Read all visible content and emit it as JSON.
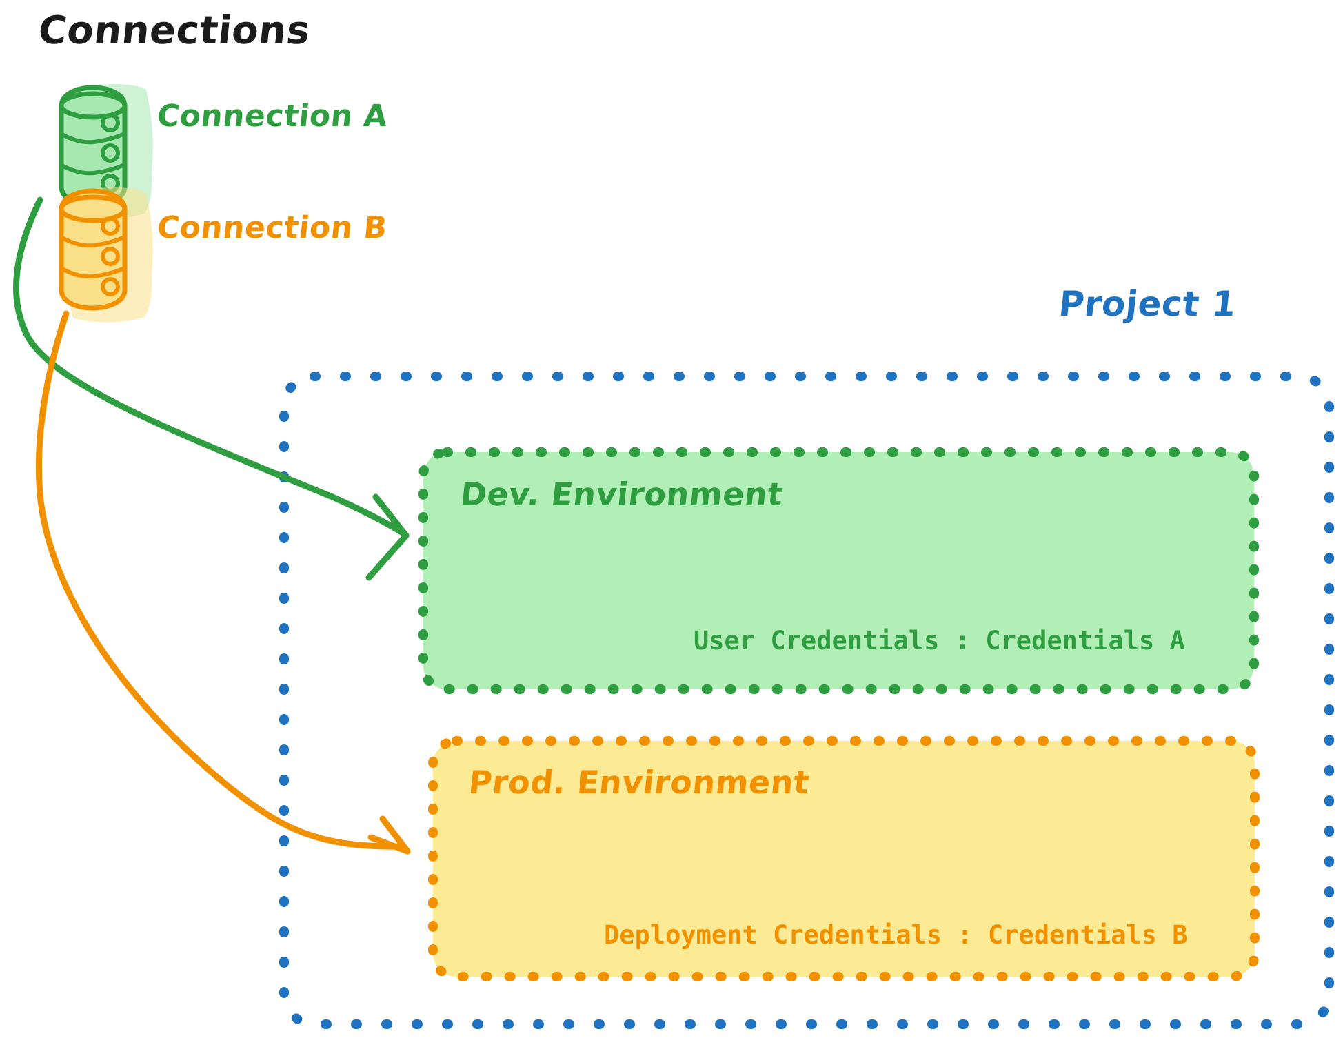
{
  "diagram": {
    "title": "Connections",
    "connections": [
      {
        "id": "a",
        "label": "Connection A",
        "icon": "database-icon",
        "color": "#2f9e41",
        "fill": "#A6E8AF"
      },
      {
        "id": "b",
        "label": "Connection B",
        "icon": "database-icon",
        "color": "#f29100",
        "fill": "#FBE08A"
      }
    ],
    "project": {
      "label": "Project 1",
      "border_color": "#1f72bf",
      "environments": [
        {
          "id": "dev",
          "label": "Dev. Environment",
          "credentials_label": "User Credentials",
          "credentials_separator": ":",
          "credentials_value": "Credentials A",
          "credentials_line": "User Credentials : Credentials A",
          "border_color": "#2f9e41",
          "fill_color": "#B2EFB6"
        },
        {
          "id": "prod",
          "label": "Prod. Environment",
          "credentials_label": "Deployment Credentials",
          "credentials_separator": ":",
          "credentials_value": "Credentials B",
          "credentials_line": "Deployment Credentials : Credentials B",
          "border_color": "#f29100",
          "fill_color": "#FCEB94"
        }
      ]
    },
    "arrows": [
      {
        "id": "a-to-dev",
        "from": "Connection A",
        "to": "Dev. Environment",
        "color": "#2f9e41"
      },
      {
        "id": "b-to-prod",
        "from": "Connection B",
        "to": "Prod. Environment",
        "color": "#f29100"
      }
    ],
    "colors": {
      "title_text": "#1b1b1b",
      "green": "#2f9e41",
      "orange": "#f29100",
      "blue": "#1f72bf",
      "background": "#ffffff"
    }
  }
}
